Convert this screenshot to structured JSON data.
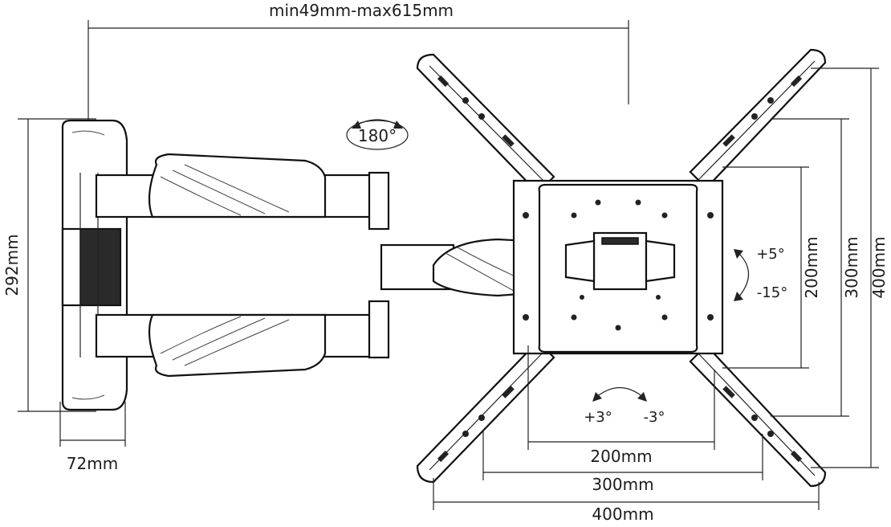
{
  "dimensions": {
    "extension": "min49mm-max615mm",
    "height_left": "292mm",
    "depth_bottom": "72mm",
    "rotation": "180°",
    "tilt_up": "+5°",
    "tilt_down": "-15°",
    "swivel_left": "+3°",
    "swivel_right": "-3°",
    "h200": "200mm",
    "h300": "300mm",
    "h400": "400mm",
    "v200": "200mm",
    "v300": "300mm",
    "v400": "400mm"
  }
}
